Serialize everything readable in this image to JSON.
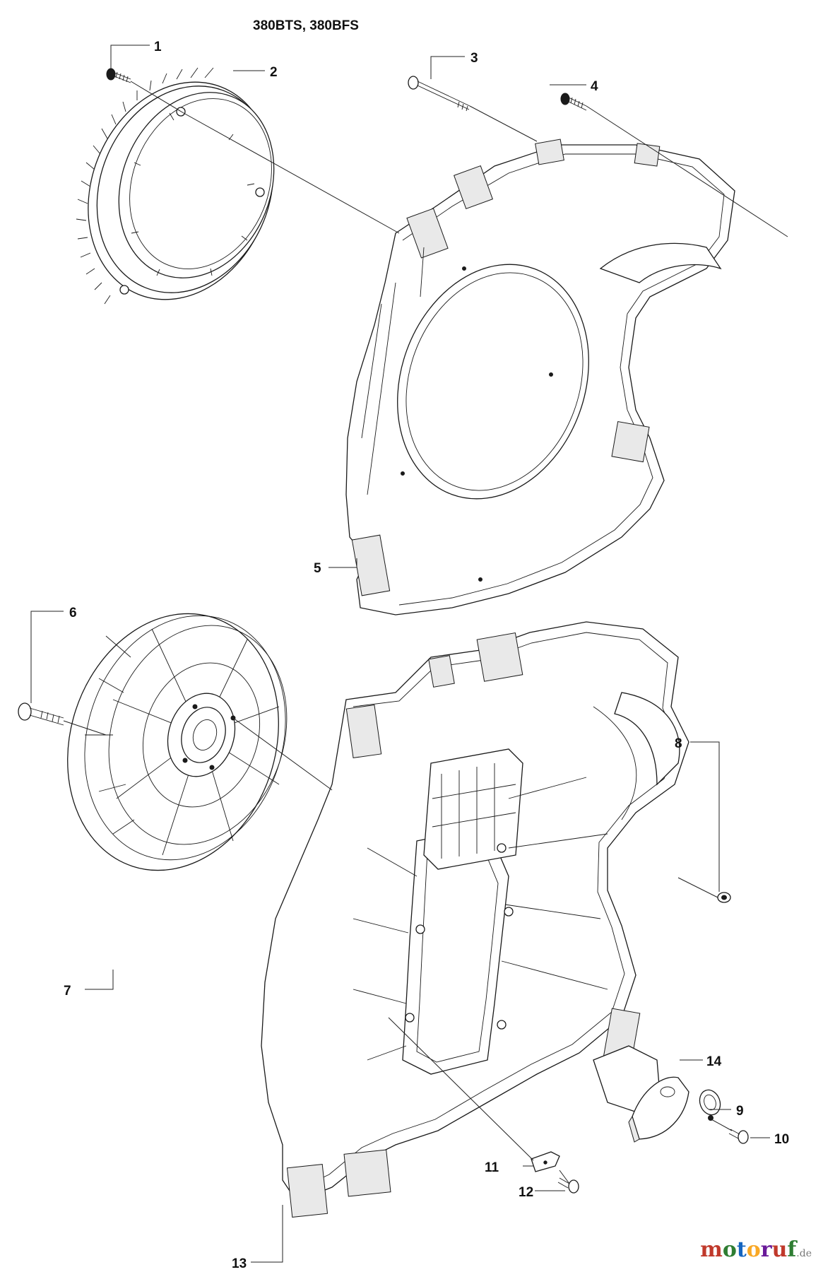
{
  "title": "380BTS, 380BFS",
  "callouts": [
    "1",
    "2",
    "3",
    "4",
    "5",
    "6",
    "7",
    "8",
    "9",
    "10",
    "11",
    "12",
    "13",
    "14"
  ],
  "watermark": {
    "letters": [
      {
        "ch": "m",
        "color": "#c0392b"
      },
      {
        "ch": "o",
        "color": "#2e7d32"
      },
      {
        "ch": "t",
        "color": "#1565c0"
      },
      {
        "ch": "o",
        "color": "#f9a825"
      },
      {
        "ch": "r",
        "color": "#6a1b9a"
      },
      {
        "ch": "u",
        "color": "#c0392b"
      },
      {
        "ch": "f",
        "color": "#2e7d32"
      }
    ],
    "suffix": ".de"
  }
}
